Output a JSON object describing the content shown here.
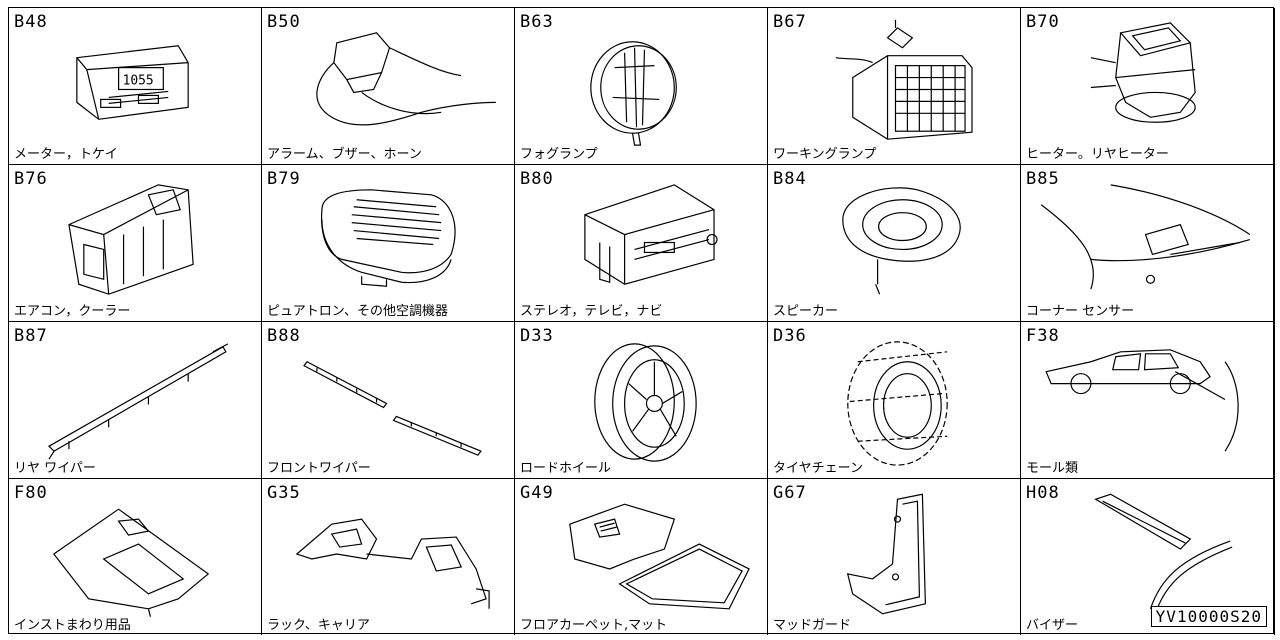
{
  "cells": [
    {
      "code": "B48",
      "label": "メーター，トケイ"
    },
    {
      "code": "B50",
      "label": "アラーム、ブザー、ホーン"
    },
    {
      "code": "B63",
      "label": "フォグランプ"
    },
    {
      "code": "B67",
      "label": "ワーキングランプ"
    },
    {
      "code": "B70",
      "label": "ヒーター。リヤヒーター"
    },
    {
      "code": "B76",
      "label": "エアコン，クーラー"
    },
    {
      "code": "B79",
      "label": "ピュアトロン、その他空調機器"
    },
    {
      "code": "B80",
      "label": "ステレオ，テレビ，ナビ"
    },
    {
      "code": "B84",
      "label": "スピーカー"
    },
    {
      "code": "B85",
      "label": "コーナー センサー"
    },
    {
      "code": "B87",
      "label": "リヤ ワイパー"
    },
    {
      "code": "B88",
      "label": "フロントワイパー"
    },
    {
      "code": "D33",
      "label": "ロードホイール"
    },
    {
      "code": "D36",
      "label": "タイヤチェーン"
    },
    {
      "code": "F38",
      "label": "モール類"
    },
    {
      "code": "F80",
      "label": "インストまわり用品"
    },
    {
      "code": "G35",
      "label": "ラック、キャリア"
    },
    {
      "code": "G49",
      "label": "フロアカーペット,マット"
    },
    {
      "code": "G67",
      "label": "マッドガード"
    },
    {
      "code": "H08",
      "label": "バイザー"
    }
  ],
  "reference_code": "YV10000S20"
}
